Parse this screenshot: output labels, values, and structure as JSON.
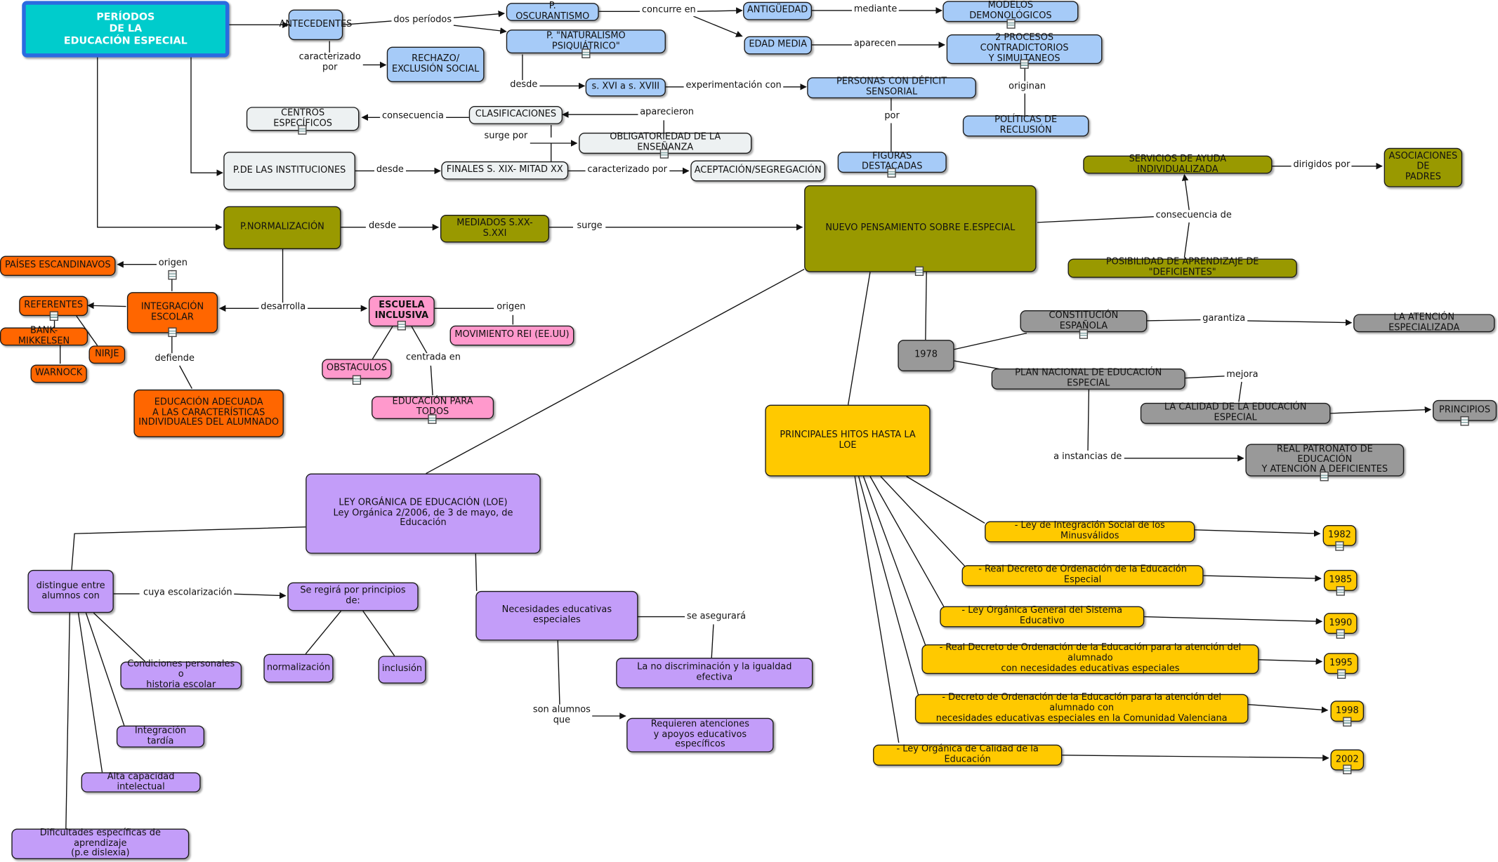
{
  "nodes": {
    "title": "PERÍODOS\nDE LA\nEDUCACIÓN ESPECIAL",
    "antecedentes": "ANTECEDENTES",
    "p_oscurantismo": "P. OSCURANTISMO",
    "antiguedad": "ANTIGÜEDAD",
    "modelos_demonologicos": "MODELOS DEMONOLÓGICOS",
    "p_naturalismo": "P. \"NATURALISMO PSIQUIÁTRICO\"",
    "edad_media": "EDAD MEDIA",
    "dos_procesos": "2 PROCESOS CONTRADICTORIOS\nY SIMULTANEOS",
    "rechazo": "RECHAZO/\nEXCLUSIÓN SOCIAL",
    "siglos_xvi_xviii": "s. XVI a s. XVIII",
    "personas_deficit": "PERSONAS CON DÉFICIT SENSORIAL",
    "politicas_reclusion": "POLÍTICAS DE RECLUSIÓN",
    "centros_especificos": "CENTROS ESPECÍFICOS",
    "clasificaciones": "CLASIFICACIONES",
    "obligatoriedad": "OBLIGATORIEDAD DE LA ENSEÑANZA",
    "p_instituciones": "P.DE LAS INSTITUCIONES",
    "finales_xix": "FINALES S. XIX- MITAD XX",
    "aceptacion": "ACEPTACIÓN/SEGREGACIÓN",
    "figuras_destacadas": "FIGURAS DESTACADAS",
    "servicios_ayuda": "SERVICIOS DE AYUDA INDIVIDUALIZADA",
    "asociaciones_padres": "ASOCIACIONES\nDE\nPADRES",
    "p_normalizacion": "P.NORMALIZACIÓN",
    "mediados_xx_xxi": "MEDIADOS S.XX-S.XXI",
    "nuevo_pensamiento": "NUEVO PENSAMIENTO SOBRE E.ESPECIAL",
    "posibilidad_aprendizaje": "POSIBILIDAD DE APRENDIZAJE DE \"DEFICIENTES\"",
    "paises_escandinavos": "PAÍSES ESCANDINAVOS",
    "referentes": "REFERENTES",
    "integracion_escolar": "INTEGRACIÓN\nESCOLAR",
    "escuela_inclusiva": "ESCUELA\nINCLUSIVA",
    "movimiento_rei": "MOVIMIENTO REI (EE.UU)",
    "bank_mikkelsen": "BANK-MIKKELSEN",
    "nirje": "NIRJE",
    "warnock": "WARNOCK",
    "obstaculos": "OBSTACULOS",
    "educacion_adecuada": "EDUCACIÓN ADECUADA\nA LAS CARACTERÍSTICAS\nINDIVIDUALES DEL ALUMNADO",
    "educacion_para_todos": "EDUCACIÓN PARA TODOS",
    "constitucion": "CONSTITUCIÓN ESPAÑOLA",
    "atencion_especializada": "LA ATENCIÓN ESPECIALIZADA",
    "y1978": "1978",
    "plan_nacional": "PLAN NACIONAL DE EDUCACIÓN ESPECIAL",
    "calidad_ee": "LA CALIDAD DE LA EDUCACIÓN ESPECIAL",
    "principios": "PRINCIPIOS",
    "real_patronato": "REAL PATRONATO DE EDUCACIÓN\nY ATENCIÓN A DEFICIENTES",
    "principales_hitos": "PRINCIPALES HITOS HASTA LA LOE",
    "loe": "LEY ORGÁNICA DE EDUCACIÓN (LOE)\nLey Orgánica 2/2006, de 3 de mayo, de Educación",
    "distingue": "distingue entre\nalumnos con",
    "se_regira": "Se regirá por principios de:",
    "nee": "Necesidades educativas especiales",
    "normalizacion": "normalización",
    "inclusion": "inclusión",
    "no_discriminacion": "La no discriminación y la igualdad efectiva",
    "condiciones": "Condiciones personales o\nhistoria escolar",
    "integracion_tardia": "Integración tardía",
    "alta_capacidad": "Alta capacidad intelectual",
    "dificultades": "Dificultades específicas de aprendizaje\n(p.e dislexia)",
    "requieren": "Requieren atenciones\ny apoyos educativos específicos",
    "ley_integracion": "- Ley de Integración Social de los Minusválidos",
    "rd_ordenacion": "- Real Decreto de Ordenación de la Educación Especial",
    "logse": "- Ley Orgánica General del Sistema Educativo",
    "rd_1995": "- Real Decreto de Ordenación de la Educación para la atención del alumnado\ncon necesidades educativas especiales",
    "decreto_cv": "- Decreto de Ordenación de la Educación para la atención del alumnado con\nnecesidades educativas especiales en la Comunidad Valenciana",
    "loce": "- Ley Orgánica de Calidad de la Educación",
    "y1982": "1982",
    "y1985": "1985",
    "y1990": "1990",
    "y1995": "1995",
    "y1998": "1998",
    "y2002": "2002"
  },
  "links": {
    "dos_periodos": "dos períodos",
    "caracterizado_por_1": "caracterizado\npor",
    "concurre_en": "concurre en",
    "mediante": "mediante",
    "aparecen": "aparecen",
    "desde_1": "desde",
    "experimentacion_con": "experimentación con",
    "originan": "originan",
    "por": "por",
    "consecuencia": "consecuencia",
    "aparecieron": "aparecieron",
    "surge_por": "surge por",
    "desde_2": "desde",
    "caracterizado_por_2": "caracterizado por",
    "dirigidos_por": "dirigidos por",
    "consecuencia_de": "consecuencia de",
    "desde_3": "desde",
    "surge": "surge",
    "origen_1": "origen",
    "desarrolla": "desarrolla",
    "origen_2": "origen",
    "defiende": "defiende",
    "centrada_en": "centrada en",
    "garantiza": "garantiza",
    "mejora": "mejora",
    "a_instancias_de": "a instancias de",
    "cuya_escolarizacion": "cuya escolarización",
    "se_asegurara": "se asegurará",
    "son_alumnos_que": "son alumnos\nque"
  }
}
